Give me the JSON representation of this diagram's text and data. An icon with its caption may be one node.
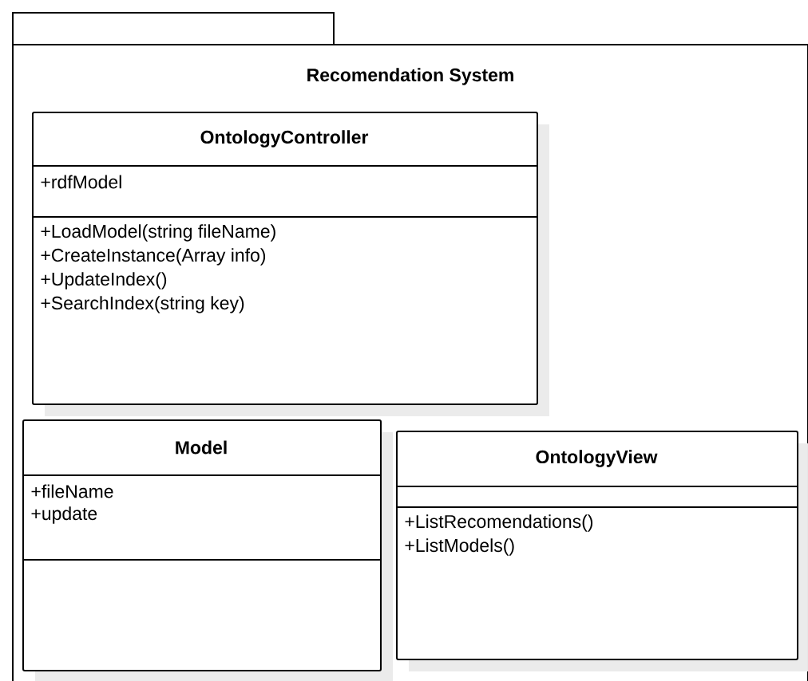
{
  "diagram": {
    "nodes": [
      {
        "text": [
          "Recomendation System"
        ]
      },
      {
        "text": [
          "OntologyController",
          "+rdfModel",
          "+LoadModel(string fileName)",
          "+CreateInstance(Array info)",
          "+UpdateIndex()",
          "+SearchIndex(string key)"
        ],
        "in": 0
      },
      {
        "text": [
          "Model",
          "+fileName",
          "+update"
        ],
        "in": 0
      },
      {
        "text": [
          "OntologyView",
          "+ListRecomendations()",
          "+ListModels()"
        ],
        "in": 0
      }
    ]
  }
}
